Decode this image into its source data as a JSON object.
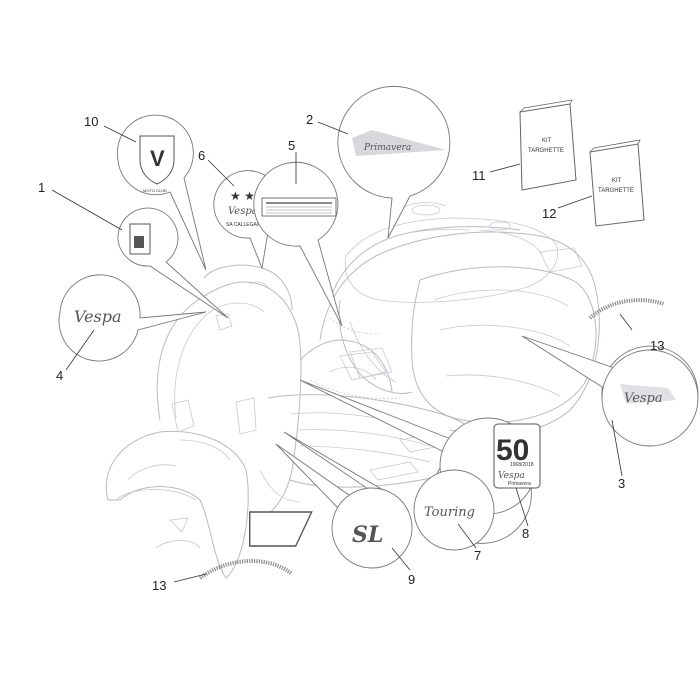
{
  "diagram": {
    "parts": [
      {
        "number": "1"
      },
      {
        "number": "2",
        "artwork_text": "Primavera"
      },
      {
        "number": "3",
        "artwork_text": "Vespa"
      },
      {
        "number": "4",
        "artwork_text": "Vespa"
      },
      {
        "number": "5"
      },
      {
        "number": "6",
        "artwork_text": "Vespa",
        "artwork_subtext": "SA CALLEGARI"
      },
      {
        "number": "7",
        "artwork_text": "Touring"
      },
      {
        "number": "8",
        "artwork_text": "50",
        "artwork_subtext": "1968/2018",
        "artwork_brand": "Vespa",
        "artwork_model": "Primavera"
      },
      {
        "number": "9",
        "artwork_text": "SL"
      },
      {
        "number": "10",
        "artwork_subtext": "MOTO CLUB"
      },
      {
        "number": "11",
        "artwork_text": "KIT",
        "artwork_subtext": "TARGHETTE"
      },
      {
        "number": "12",
        "artwork_text": "KIT",
        "artwork_subtext": "TARGHETTE"
      },
      {
        "number": "13"
      },
      {
        "number": "13"
      }
    ]
  },
  "colors": {
    "outline": "#b9b9c4",
    "leader": "#333333",
    "stripe": "#8a8a8a"
  }
}
